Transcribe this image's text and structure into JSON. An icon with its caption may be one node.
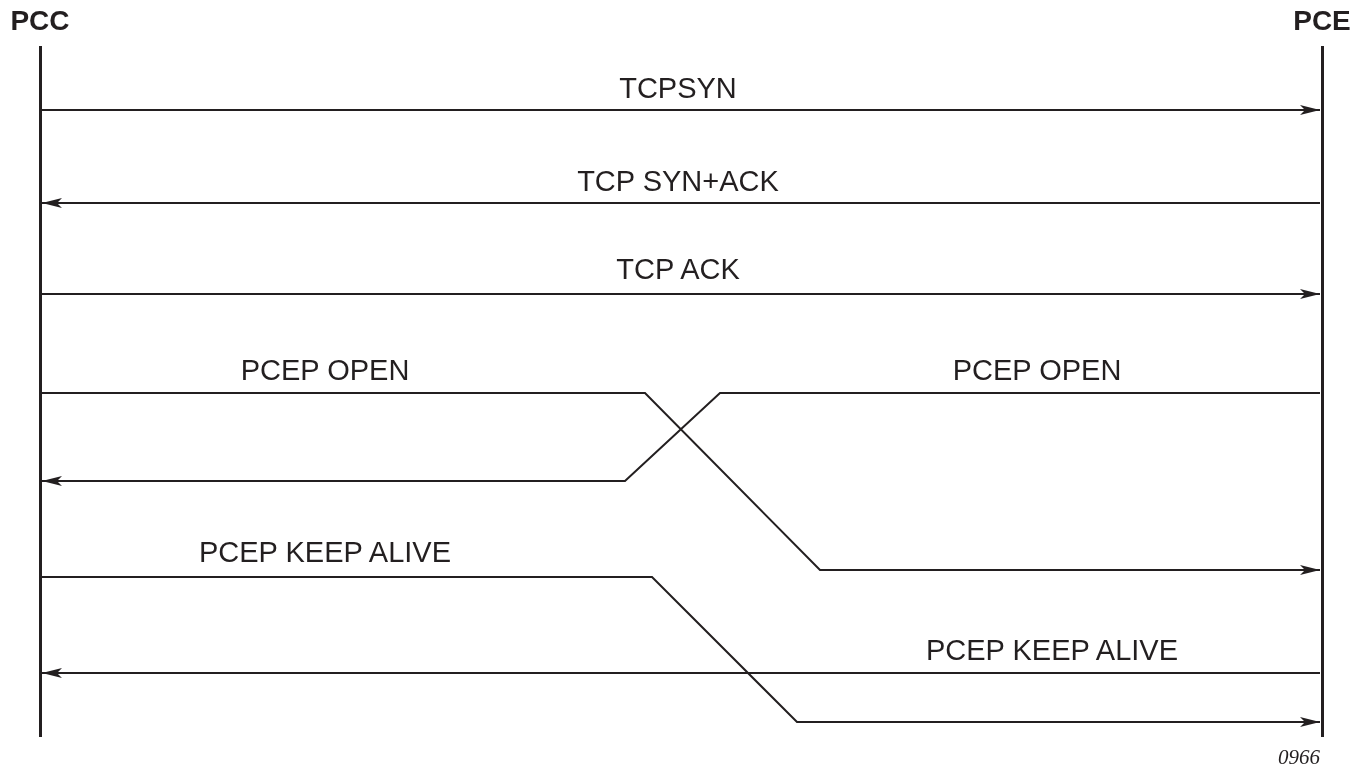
{
  "diagram": {
    "nodes": [
      {
        "text": [
          "PCC"
        ]
      },
      {
        "text": [
          "PCE"
        ]
      }
    ],
    "edges": [
      {
        "from": 0,
        "to": 1,
        "arrow": "to",
        "label": "TCPSYN"
      },
      {
        "from": 1,
        "to": 0,
        "arrow": "to",
        "label": "TCP SYN+ACK"
      },
      {
        "from": 0,
        "to": 1,
        "arrow": "to",
        "label": "TCP ACK"
      },
      {
        "from": 0,
        "to": 1,
        "arrow": "to",
        "label": "PCEP OPEN"
      },
      {
        "from": 1,
        "to": 0,
        "arrow": "to",
        "label": "PCEP OPEN"
      },
      {
        "from": 0,
        "to": 1,
        "arrow": "to",
        "label": "PCEP KEEP ALIVE"
      },
      {
        "from": 1,
        "to": 0,
        "arrow": "to",
        "label": "PCEP KEEP ALIVE"
      }
    ],
    "labels": [
      "0966"
    ]
  }
}
